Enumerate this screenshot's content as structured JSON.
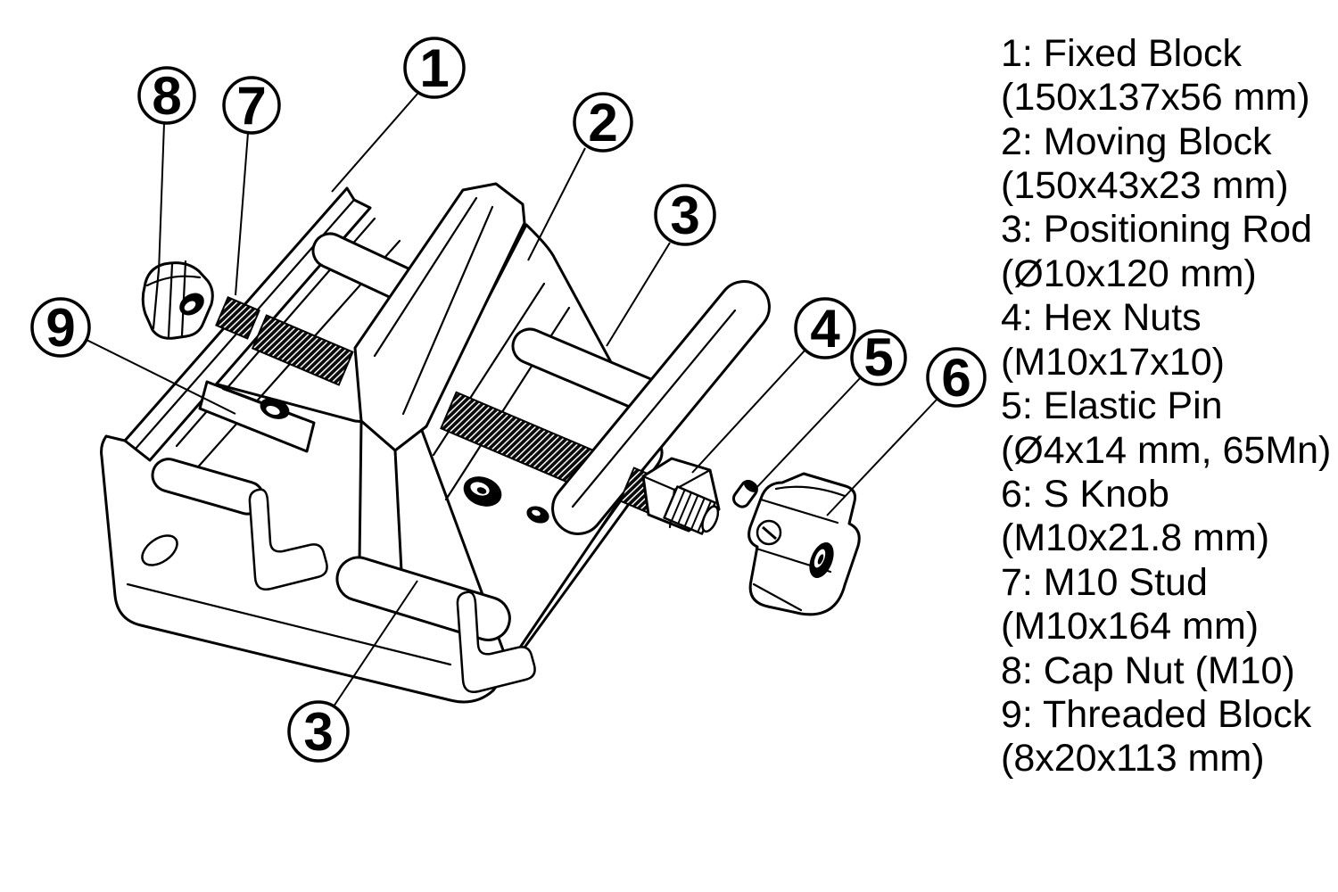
{
  "document": {
    "type": "exploded-parts-diagram",
    "background_color": "#ffffff",
    "line_color": "#000000"
  },
  "parts": [
    {
      "number": "1",
      "name": "Fixed Block",
      "dimensions": "150x137x56 mm"
    },
    {
      "number": "2",
      "name": "Moving Block",
      "dimensions": "150x43x23 mm"
    },
    {
      "number": "3",
      "name": "Positioning Rod",
      "dimensions": "Ø10x120 mm"
    },
    {
      "number": "4",
      "name": "Hex Nuts",
      "dimensions": "M10x17x10"
    },
    {
      "number": "5",
      "name": "Elastic Pin",
      "dimensions": "Ø4x14 mm, 65Mn"
    },
    {
      "number": "6",
      "name": "S Knob",
      "dimensions": "M10x21.8 mm"
    },
    {
      "number": "7",
      "name": "M10 Stud",
      "dimensions": "M10x164 mm"
    },
    {
      "number": "8",
      "name": "Cap Nut",
      "dimensions": "M10"
    },
    {
      "number": "9",
      "name": "Threaded Block",
      "dimensions": "8x20x113 mm"
    }
  ],
  "legend": {
    "lines": [
      "1: Fixed Block",
      "(150x137x56 mm)",
      "2: Moving Block",
      "(150x43x23 mm)",
      "3: Positioning Rod",
      "(Ø10x120 mm)",
      "4: Hex Nuts",
      "(M10x17x10)",
      "5: Elastic Pin",
      "(Ø4x14 mm, 65Mn)",
      "6: S Knob",
      "(M10x21.8 mm)",
      "7: M10 Stud",
      "(M10x164 mm)",
      "8: Cap Nut (M10)",
      "9: Threaded Block",
      "(8x20x113 mm)"
    ]
  },
  "callouts": [
    {
      "label": "1"
    },
    {
      "label": "2"
    },
    {
      "label": "3"
    },
    {
      "label": "4"
    },
    {
      "label": "5"
    },
    {
      "label": "6"
    },
    {
      "label": "7"
    },
    {
      "label": "8"
    },
    {
      "label": "9"
    },
    {
      "label": "3"
    }
  ]
}
